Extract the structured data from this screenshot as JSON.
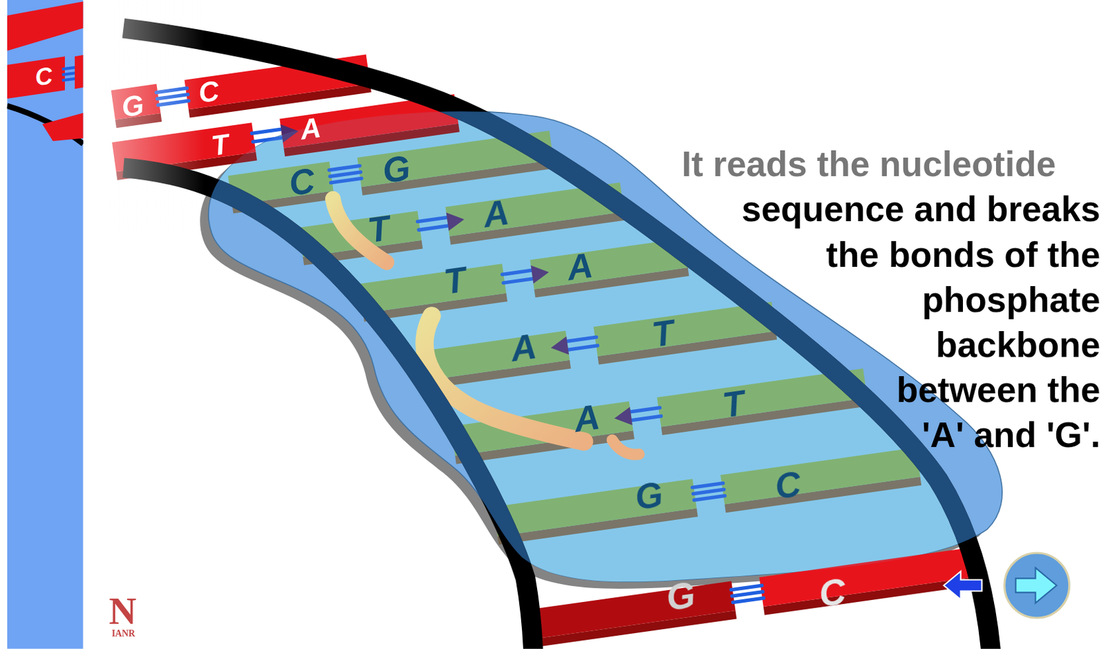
{
  "diagram": {
    "labels": [
      "C",
      "G",
      "C",
      "T",
      "A",
      "C",
      "G",
      "T",
      "A",
      "T",
      "A",
      "A",
      "T",
      "A",
      "T",
      "G",
      "C",
      "It reads the nucleotide",
      "sequence and breaks the bonds of the phosphate backbone between the 'A' and 'G'.",
      "G",
      "C",
      "N",
      "IANR"
    ]
  }
}
